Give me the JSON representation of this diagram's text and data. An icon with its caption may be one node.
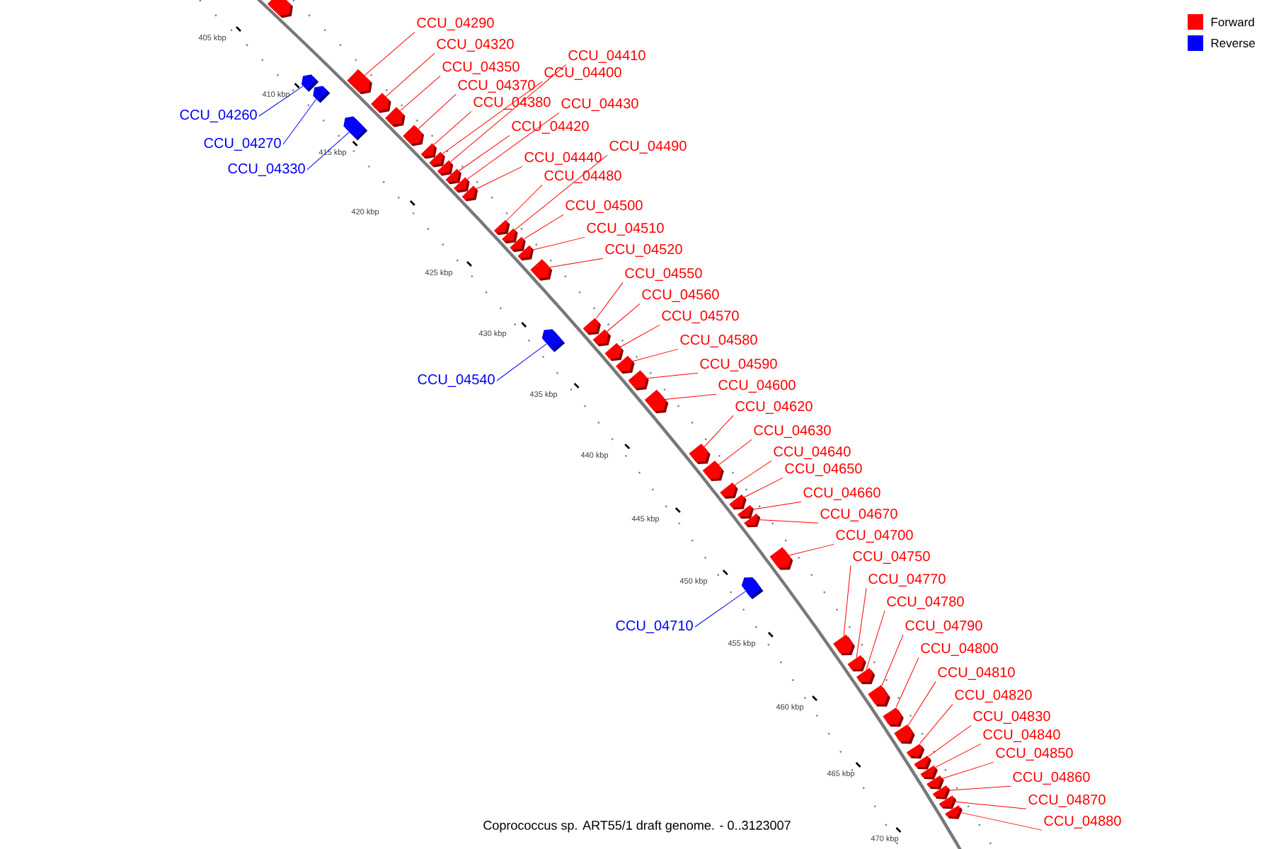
{
  "diagram": {
    "caption": "Coprococcus sp. ART55/1 draft genome. - 0..3123007",
    "nodes": [
      {
        "text": [
          "CCU_04290"
        ]
      },
      {
        "text": [
          "CCU_04320"
        ]
      },
      {
        "text": [
          "CCU_04410"
        ]
      },
      {
        "text": [
          "CCU_04350"
        ]
      },
      {
        "text": [
          "CCU_04400"
        ]
      },
      {
        "text": [
          "CCU_04370"
        ]
      },
      {
        "text": [
          "CCU_04380"
        ]
      },
      {
        "text": [
          "CCU_04430"
        ]
      },
      {
        "text": [
          "CCU_04260"
        ]
      },
      {
        "text": [
          "CCU_04420"
        ]
      },
      {
        "text": [
          "CCU_04270"
        ]
      },
      {
        "text": [
          "CCU_04490"
        ]
      },
      {
        "text": [
          "CCU_04440"
        ]
      },
      {
        "text": [
          "CCU_04330"
        ]
      },
      {
        "text": [
          "CCU_04480"
        ]
      },
      {
        "text": [
          "CCU_04500"
        ]
      },
      {
        "text": [
          "CCU_04510"
        ]
      },
      {
        "text": [
          "CCU_04520"
        ]
      },
      {
        "text": [
          "CCU_04550"
        ]
      },
      {
        "text": [
          "CCU_04560"
        ]
      },
      {
        "text": [
          "CCU_04570"
        ]
      },
      {
        "text": [
          "CCU_04580"
        ]
      },
      {
        "text": [
          "CCU_04590"
        ]
      },
      {
        "text": [
          "CCU_04540"
        ]
      },
      {
        "text": [
          "CCU_04600"
        ]
      },
      {
        "text": [
          "CCU_04620"
        ]
      },
      {
        "text": [
          "CCU_04630"
        ]
      },
      {
        "text": [
          "CCU_04640"
        ]
      },
      {
        "text": [
          "CCU_04650"
        ]
      },
      {
        "text": [
          "CCU_04660"
        ]
      },
      {
        "text": [
          "CCU_04670"
        ]
      },
      {
        "text": [
          "CCU_04700"
        ]
      },
      {
        "text": [
          "CCU_04750"
        ]
      },
      {
        "text": [
          "CCU_04770"
        ]
      },
      {
        "text": [
          "CCU_04780"
        ]
      },
      {
        "text": [
          "CCU_04710"
        ]
      },
      {
        "text": [
          "CCU_04790"
        ]
      },
      {
        "text": [
          "CCU_04800"
        ]
      },
      {
        "text": [
          "CCU_04810"
        ]
      },
      {
        "text": [
          "CCU_04820"
        ]
      },
      {
        "text": [
          "CCU_04830"
        ]
      },
      {
        "text": [
          "CCU_04840"
        ]
      },
      {
        "text": [
          "CCU_04850"
        ]
      },
      {
        "text": [
          "CCU_04860"
        ]
      },
      {
        "text": [
          "CCU_04870"
        ]
      },
      {
        "text": [
          "CCU_04880"
        ]
      },
      {
        "text": [],
        "shape": "arrow"
      },
      {
        "text": [],
        "shape": "arrow"
      },
      {
        "text": [],
        "shape": "arrow"
      },
      {
        "text": [],
        "shape": "arrow"
      },
      {
        "text": [],
        "shape": "arrow"
      },
      {
        "text": [],
        "shape": "arrow"
      },
      {
        "text": [],
        "shape": "arrow"
      },
      {
        "text": [],
        "shape": "arrow"
      },
      {
        "text": [],
        "shape": "arrow"
      },
      {
        "text": [],
        "shape": "arrow"
      },
      {
        "text": [],
        "shape": "arrow"
      },
      {
        "text": [],
        "shape": "arrow"
      },
      {
        "text": [],
        "shape": "arrow"
      },
      {
        "text": [],
        "shape": "arrow"
      },
      {
        "text": [],
        "shape": "arrow"
      },
      {
        "text": [],
        "shape": "arrow"
      },
      {
        "text": [],
        "shape": "arrow"
      },
      {
        "text": [],
        "shape": "arrow"
      },
      {
        "text": [],
        "shape": "arrow"
      },
      {
        "text": [],
        "shape": "arrow"
      },
      {
        "text": [],
        "shape": "arrow"
      },
      {
        "text": [],
        "shape": "arrow"
      },
      {
        "text": [],
        "shape": "arrow"
      },
      {
        "text": [],
        "shape": "arrow"
      },
      {
        "text": [],
        "shape": "arrow"
      },
      {
        "text": [],
        "shape": "arrow"
      },
      {
        "text": [],
        "shape": "arrow"
      },
      {
        "text": [],
        "shape": "arrow"
      },
      {
        "text": [],
        "shape": "arrow"
      },
      {
        "text": [],
        "shape": "arrow"
      },
      {
        "text": [],
        "shape": "arrow"
      },
      {
        "text": [],
        "shape": "arrow"
      },
      {
        "text": [],
        "shape": "arrow"
      },
      {
        "text": [],
        "shape": "arrow"
      },
      {
        "text": [],
        "shape": "arrow"
      },
      {
        "text": [],
        "shape": "arrow"
      },
      {
        "text": [],
        "shape": "arrow"
      },
      {
        "text": [],
        "shape": "arrow"
      },
      {
        "text": [],
        "shape": "arrow"
      },
      {
        "text": [],
        "shape": "arrow"
      },
      {
        "text": [],
        "shape": "arrow"
      },
      {
        "text": [],
        "shape": "arrow"
      },
      {
        "text": [],
        "shape": "arrow"
      },
      {
        "text": [],
        "shape": "arrow"
      },
      {
        "text": [],
        "shape": "arrow"
      },
      {
        "text": [],
        "shape": "arrow"
      },
      {
        "text": [],
        "shape": "arrow"
      }
    ],
    "edges": [
      {
        "from": 0,
        "to": 47,
        "arrow": "none"
      },
      {
        "from": 1,
        "to": 50,
        "arrow": "none"
      },
      {
        "from": 2,
        "to": 56,
        "arrow": "none"
      },
      {
        "from": 3,
        "to": 51,
        "arrow": "none"
      },
      {
        "from": 4,
        "to": 55,
        "arrow": "none"
      },
      {
        "from": 5,
        "to": 53,
        "arrow": "none"
      },
      {
        "from": 6,
        "to": 54,
        "arrow": "none"
      },
      {
        "from": 7,
        "to": 58,
        "arrow": "none"
      },
      {
        "from": 8,
        "to": 48,
        "arrow": "none",
        "color": "#0000ff"
      },
      {
        "from": 9,
        "to": 57,
        "arrow": "none"
      },
      {
        "from": 10,
        "to": 49,
        "arrow": "none",
        "color": "#0000ff"
      },
      {
        "from": 11,
        "to": 61,
        "arrow": "none"
      },
      {
        "from": 12,
        "to": 59,
        "arrow": "none"
      },
      {
        "from": 13,
        "to": 52,
        "arrow": "none",
        "color": "#0000ff"
      },
      {
        "from": 14,
        "to": 60,
        "arrow": "none"
      },
      {
        "from": 15,
        "to": 62,
        "arrow": "none"
      },
      {
        "from": 16,
        "to": 63,
        "arrow": "none"
      },
      {
        "from": 17,
        "to": 64,
        "arrow": "none"
      },
      {
        "from": 18,
        "to": 65,
        "arrow": "none"
      },
      {
        "from": 19,
        "to": 66,
        "arrow": "none"
      },
      {
        "from": 20,
        "to": 68,
        "arrow": "none"
      },
      {
        "from": 21,
        "to": 69,
        "arrow": "none"
      },
      {
        "from": 22,
        "to": 70,
        "arrow": "none"
      },
      {
        "from": 23,
        "to": 67,
        "arrow": "none",
        "color": "#0000ff"
      },
      {
        "from": 24,
        "to": 71,
        "arrow": "none"
      },
      {
        "from": 25,
        "to": 72,
        "arrow": "none"
      },
      {
        "from": 26,
        "to": 73,
        "arrow": "none"
      },
      {
        "from": 27,
        "to": 74,
        "arrow": "none"
      },
      {
        "from": 28,
        "to": 75,
        "arrow": "none"
      },
      {
        "from": 29,
        "to": 76,
        "arrow": "none"
      },
      {
        "from": 30,
        "to": 77,
        "arrow": "none"
      },
      {
        "from": 31,
        "to": 78,
        "arrow": "none"
      },
      {
        "from": 32,
        "to": 80,
        "arrow": "none"
      },
      {
        "from": 33,
        "to": 81,
        "arrow": "none"
      },
      {
        "from": 34,
        "to": 82,
        "arrow": "none"
      },
      {
        "from": 35,
        "to": 79,
        "arrow": "none",
        "color": "#0000ff"
      },
      {
        "from": 36,
        "to": 83,
        "arrow": "none"
      },
      {
        "from": 37,
        "to": 84,
        "arrow": "none"
      },
      {
        "from": 38,
        "to": 85,
        "arrow": "none"
      },
      {
        "from": 39,
        "to": 86,
        "arrow": "none"
      },
      {
        "from": 40,
        "to": 87,
        "arrow": "none"
      },
      {
        "from": 41,
        "to": 88,
        "arrow": "none"
      },
      {
        "from": 42,
        "to": 89,
        "arrow": "none"
      },
      {
        "from": 43,
        "to": 90,
        "arrow": "none"
      },
      {
        "from": 44,
        "to": 91,
        "arrow": "none"
      },
      {
        "from": 45,
        "to": 92,
        "arrow": "none"
      }
    ],
    "labels": [
      "405 kbp",
      "410 kbp",
      "415 kbp",
      "420 kbp",
      "425 kbp",
      "430 kbp",
      "435 kbp",
      "440 kbp",
      "445 kbp",
      "450 kbp",
      "455 kbp",
      "460 kbp",
      "465 kbp",
      "470 kbp"
    ],
    "legend": [
      {
        "text": "Forward",
        "color": "#ff0000"
      },
      {
        "text": "Reverse",
        "color": "#0000ff"
      }
    ]
  }
}
